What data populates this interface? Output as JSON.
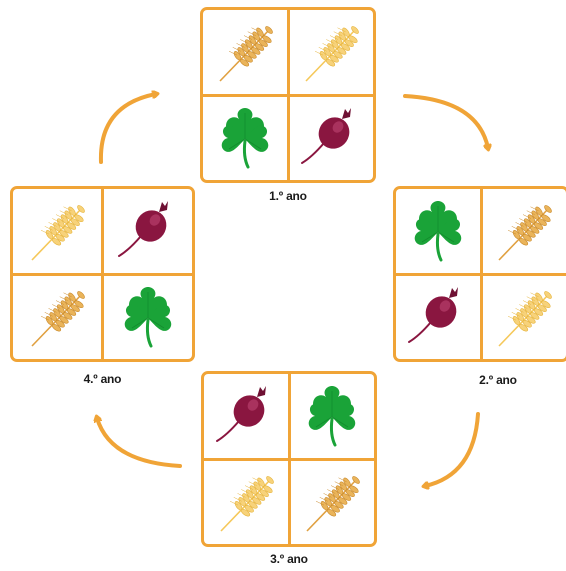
{
  "colors": {
    "frame": "#f0a437",
    "arrow": "#f0a437",
    "clover": "#1aa338",
    "beet": "#8a1640",
    "wheat": "#e8a93e"
  },
  "icons": {
    "wheat": "wheat-icon",
    "clover": "clover-icon",
    "beet": "beet-icon"
  },
  "cycle": [
    {
      "label": "1.º ano",
      "cells": [
        "wheat",
        "wheat-light",
        "clover",
        "beet"
      ]
    },
    {
      "label": "2.º ano",
      "cells": [
        "clover",
        "wheat",
        "beet",
        "wheat-light"
      ]
    },
    {
      "label": "3.º ano",
      "cells": [
        "beet",
        "clover",
        "wheat-light",
        "wheat"
      ]
    },
    {
      "label": "4.º ano",
      "cells": [
        "wheat-light",
        "beet",
        "wheat",
        "clover"
      ]
    }
  ]
}
